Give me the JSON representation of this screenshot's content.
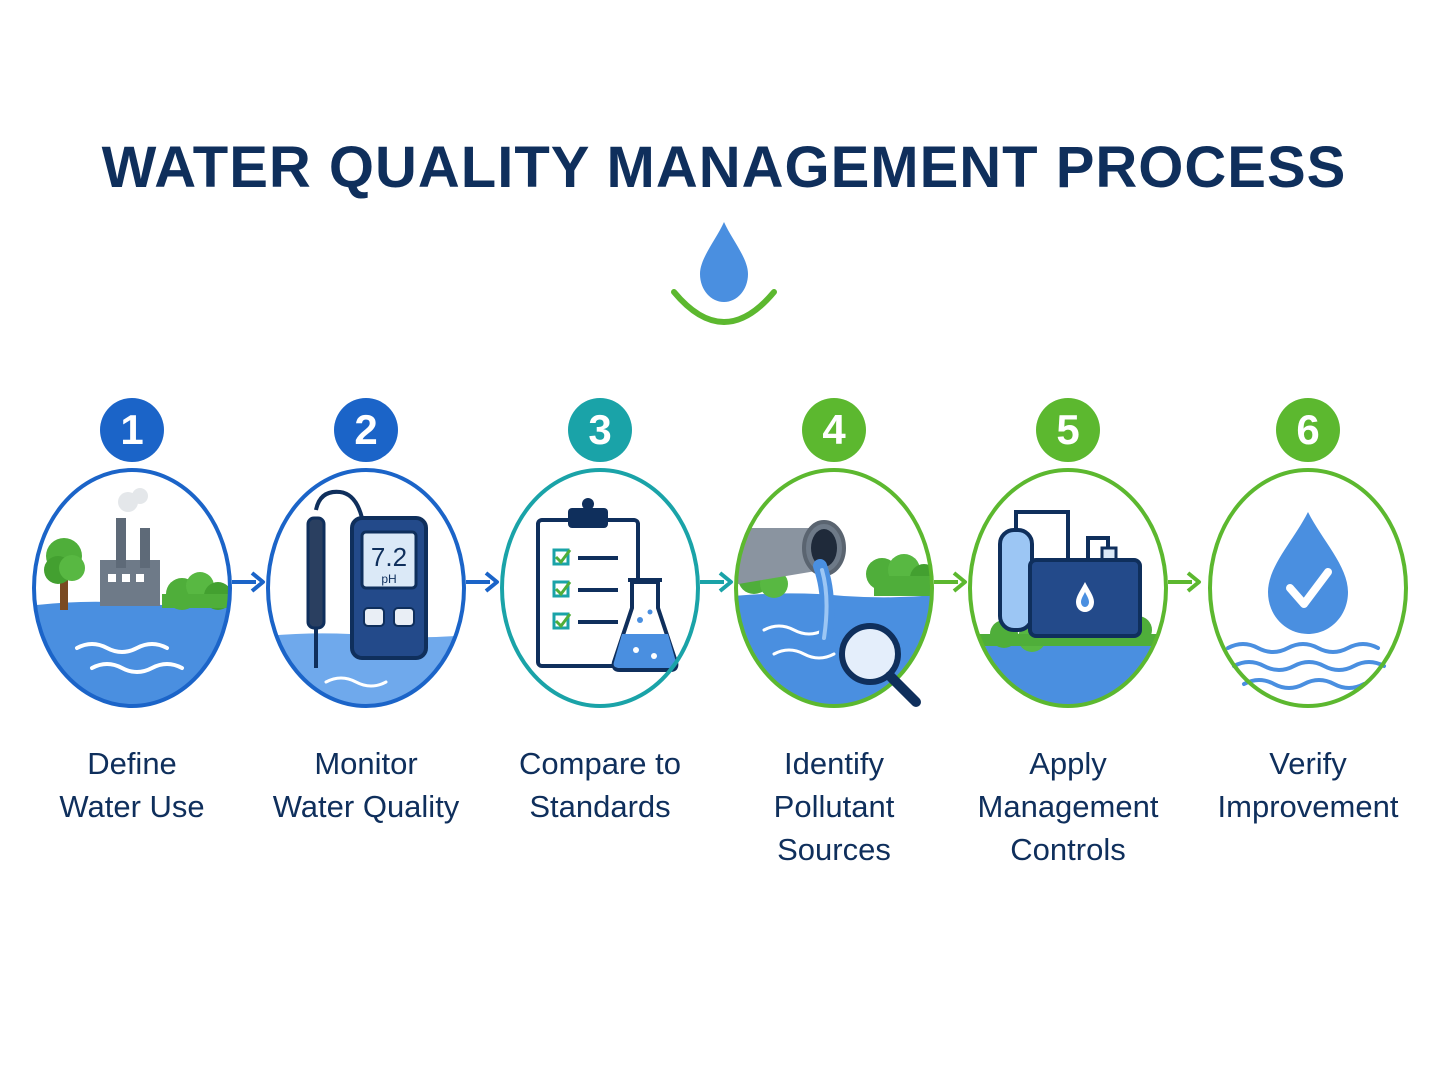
{
  "title": "WATER QUALITY MANAGEMENT PROCESS",
  "colors": {
    "navy": "#0f2f5c",
    "blue": "#1b64c8",
    "teal": "#1aa3a8",
    "green": "#5cb82f",
    "water": "#4a8fe0"
  },
  "steps": [
    {
      "number": "1",
      "label_lines": [
        "Define",
        "Water Use"
      ],
      "icon": "factory-landscape-icon",
      "color": "#1b64c8"
    },
    {
      "number": "2",
      "label_lines": [
        "Monitor",
        "Water Quality"
      ],
      "icon": "ph-meter-icon",
      "color": "#1b64c8",
      "meter_value": "7.2",
      "meter_unit": "pH"
    },
    {
      "number": "3",
      "label_lines": [
        "Compare to",
        "Standards"
      ],
      "icon": "clipboard-flask-icon",
      "color": "#1aa3a8"
    },
    {
      "number": "4",
      "label_lines": [
        "Identify",
        "Pollutant",
        "Sources"
      ],
      "icon": "discharge-pipe-magnifier-icon",
      "color": "#5cb82f"
    },
    {
      "number": "5",
      "label_lines": [
        "Apply",
        "Management",
        "Controls"
      ],
      "icon": "treatment-plant-icon",
      "color": "#5cb82f"
    },
    {
      "number": "6",
      "label_lines": [
        "Verify",
        "Improvement"
      ],
      "icon": "water-drop-check-icon",
      "color": "#5cb82f"
    }
  ]
}
